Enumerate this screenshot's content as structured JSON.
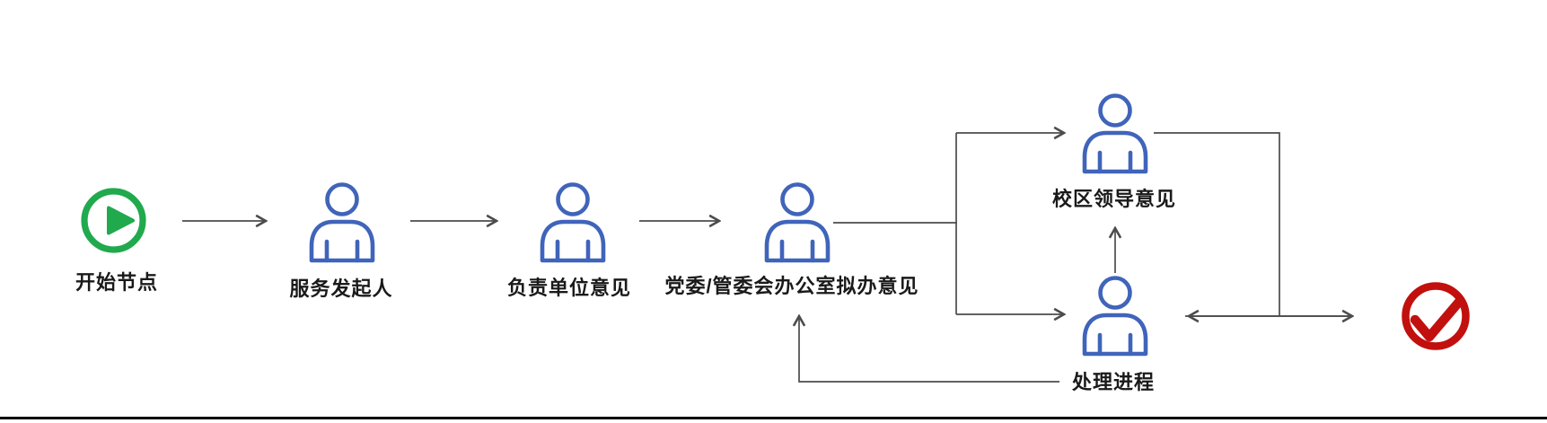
{
  "diagram": {
    "type": "workflow-flowchart",
    "nodes": [
      {
        "id": "start",
        "type": "start",
        "icon": "play-circle-icon",
        "label": "开始节点"
      },
      {
        "id": "service-initiator",
        "type": "user",
        "icon": "user-icon",
        "label": "服务发起人"
      },
      {
        "id": "responsible-unit",
        "type": "user",
        "icon": "user-icon",
        "label": "负责单位意见"
      },
      {
        "id": "party-office",
        "type": "user",
        "icon": "user-icon",
        "label": "党委/管委会办公室拟办意见"
      },
      {
        "id": "campus-leader",
        "type": "user",
        "icon": "user-icon",
        "label": "校区领导意见"
      },
      {
        "id": "process-progress",
        "type": "user",
        "icon": "user-icon",
        "label": "处理进程"
      },
      {
        "id": "end",
        "type": "end",
        "icon": "check-circle-icon",
        "label": ""
      }
    ],
    "edges": [
      "start → service-initiator",
      "service-initiator → responsible-unit",
      "responsible-unit → party-office",
      "party-office → campus-leader",
      "party-office → process-progress",
      "process-progress → campus-leader",
      "campus-leader ↔ end (double-headed via right-side elbow)",
      "process-progress → party-office (feedback elbow)"
    ],
    "colors": {
      "start_green": "#21a94e",
      "user_blue": "#4064ba",
      "end_red": "#c1100e",
      "connector_gray": "#4c4c4c",
      "label_black": "#1a1a1a",
      "bottom_border": "#000000"
    }
  }
}
